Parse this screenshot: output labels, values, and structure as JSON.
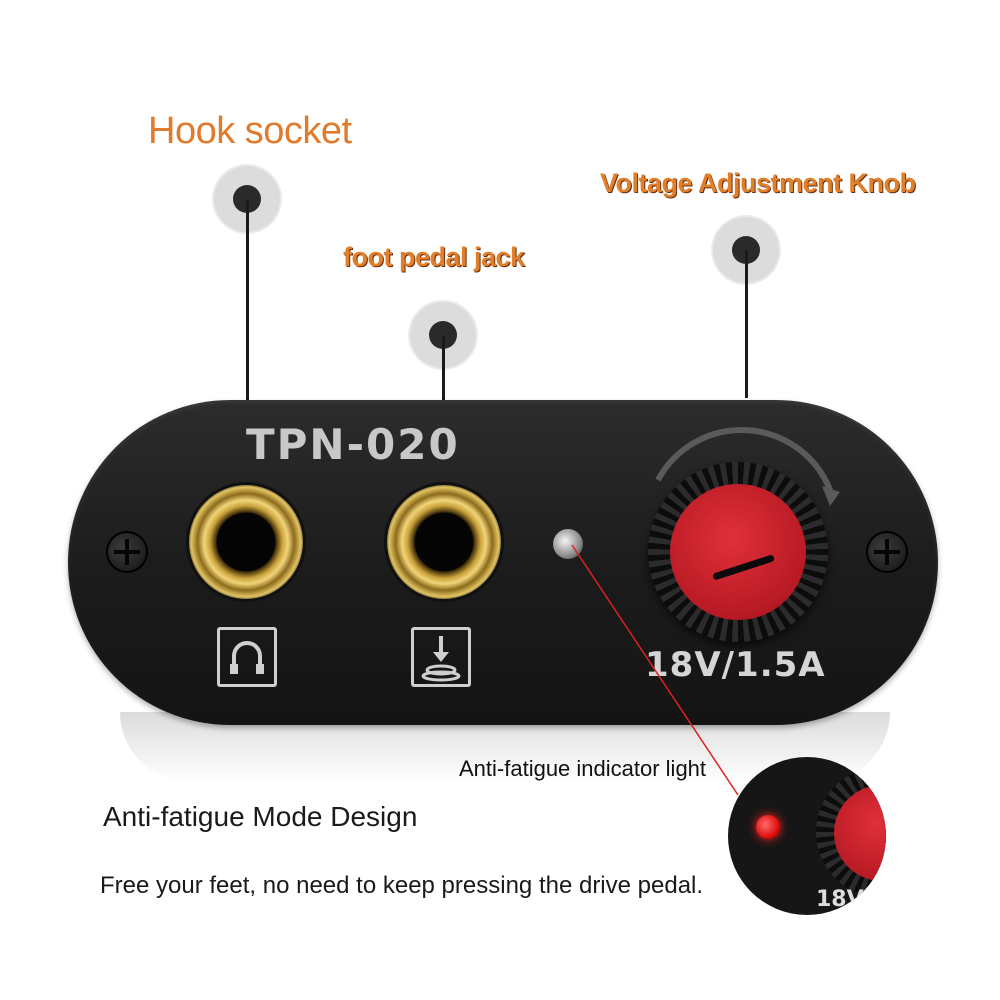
{
  "callouts": {
    "hook_socket": "Hook socket",
    "foot_pedal_jack": "foot pedal jack",
    "voltage_knob": "Voltage Adjustment Knob",
    "indicator_light": "Anti-fatigue indicator light"
  },
  "device": {
    "model": "TPN-020",
    "rating": "18V/1.5A",
    "zoom_rating_fragment": "18V",
    "icons": [
      "headphone-icon",
      "foot-pedal-icon"
    ]
  },
  "feature": {
    "heading": "Anti-fatigue Mode Design",
    "description": "Free your feet, no need to keep pressing the drive pedal."
  },
  "colors": {
    "callout_orange": "#e07a2c",
    "knob_red": "#c8202a",
    "device_body": "#1e1e1e",
    "jack_gold": "#d4af4a",
    "indicator_line": "#e02020"
  }
}
